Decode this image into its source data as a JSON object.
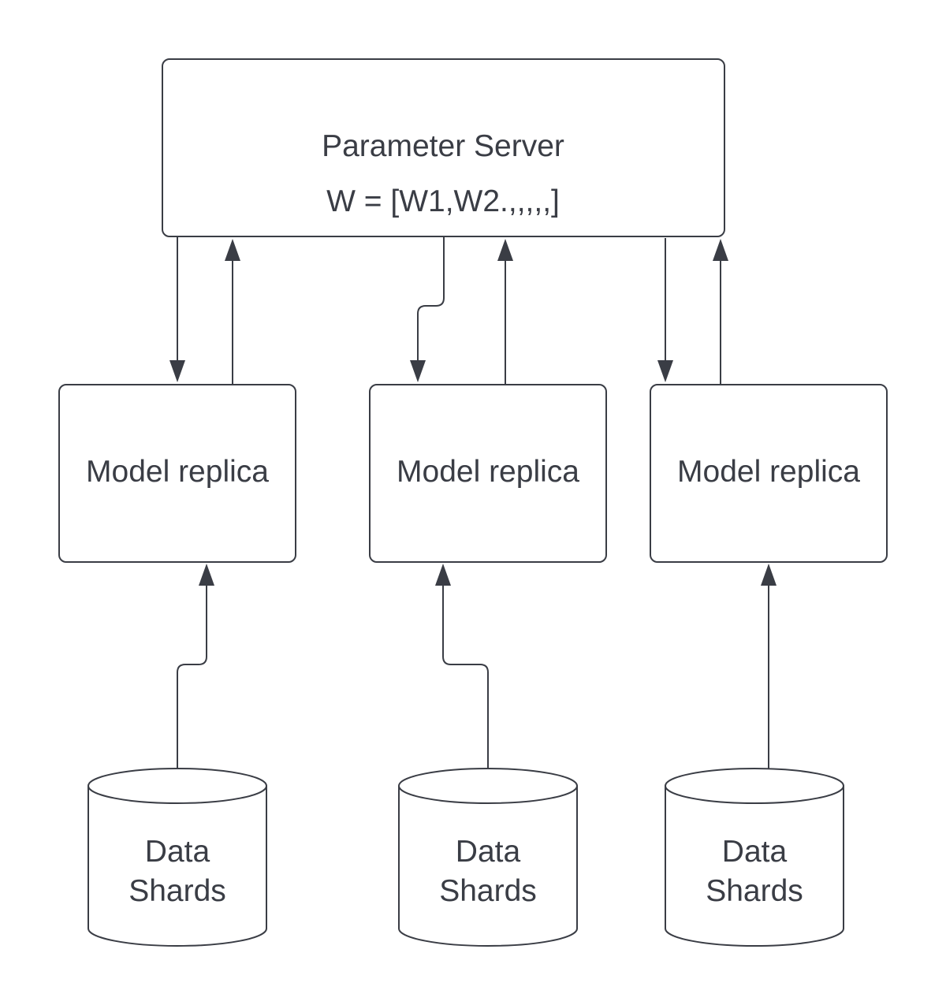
{
  "colors": {
    "stroke": "#3a3d45",
    "text": "#3a3d45",
    "fill": "#ffffff",
    "background": "#ffffff"
  },
  "parameter_server": {
    "title": "Parameter Server",
    "weights": "W = [W1,W2.,,,,,]"
  },
  "model_replicas": [
    {
      "label": "Model replica"
    },
    {
      "label": "Model replica"
    },
    {
      "label": "Model replica"
    }
  ],
  "data_shards": [
    {
      "line1": "Data",
      "line2": "Shards"
    },
    {
      "line1": "Data",
      "line2": "Shards"
    },
    {
      "line1": "Data",
      "line2": "Shards"
    }
  ],
  "connections": [
    {
      "from": "parameter-server",
      "to": "model-replica-1",
      "direction": "down"
    },
    {
      "from": "model-replica-1",
      "to": "parameter-server",
      "direction": "up"
    },
    {
      "from": "parameter-server",
      "to": "model-replica-2",
      "direction": "down"
    },
    {
      "from": "model-replica-2",
      "to": "parameter-server",
      "direction": "up"
    },
    {
      "from": "parameter-server",
      "to": "model-replica-3",
      "direction": "down"
    },
    {
      "from": "model-replica-3",
      "to": "parameter-server",
      "direction": "up"
    },
    {
      "from": "data-shard-1",
      "to": "model-replica-1",
      "direction": "up"
    },
    {
      "from": "data-shard-2",
      "to": "model-replica-2",
      "direction": "up"
    },
    {
      "from": "data-shard-3",
      "to": "model-replica-3",
      "direction": "up"
    }
  ]
}
